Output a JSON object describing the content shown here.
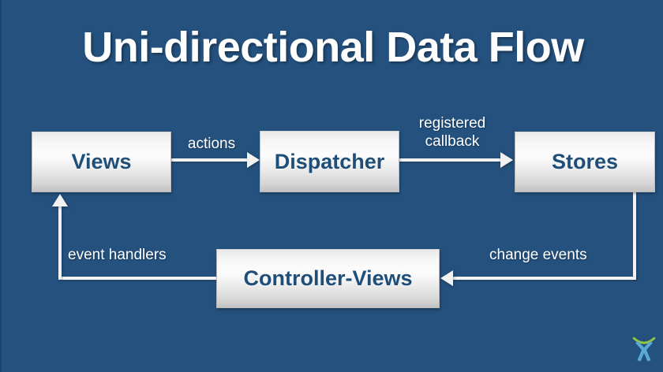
{
  "slide": {
    "title": "Uni-directional Data Flow",
    "background_color": "#24517e",
    "node_text_color": "#1f4e79",
    "label_text_color": "#ffffff",
    "connector_color": "#f2f2f2"
  },
  "nodes": [
    {
      "id": "views",
      "label": "Views"
    },
    {
      "id": "dispatcher",
      "label": "Dispatcher"
    },
    {
      "id": "stores",
      "label": "Stores"
    },
    {
      "id": "controller",
      "label": "Controller-Views"
    }
  ],
  "edges": [
    {
      "id": "actions",
      "from": "views",
      "to": "dispatcher",
      "label": "actions",
      "direction": "right"
    },
    {
      "id": "callback",
      "from": "dispatcher",
      "to": "stores",
      "label_line1": "registered",
      "label_line2": "callback",
      "direction": "right"
    },
    {
      "id": "change",
      "from": "stores",
      "to": "controller",
      "label": "change events",
      "direction": "left"
    },
    {
      "id": "events",
      "from": "controller",
      "to": "views",
      "label": "event handlers",
      "direction": "up"
    }
  ],
  "logo": {
    "name": "person-with-arc-logo",
    "figure_color": "#5aa9d6",
    "arc_color": "#8dc63f"
  }
}
